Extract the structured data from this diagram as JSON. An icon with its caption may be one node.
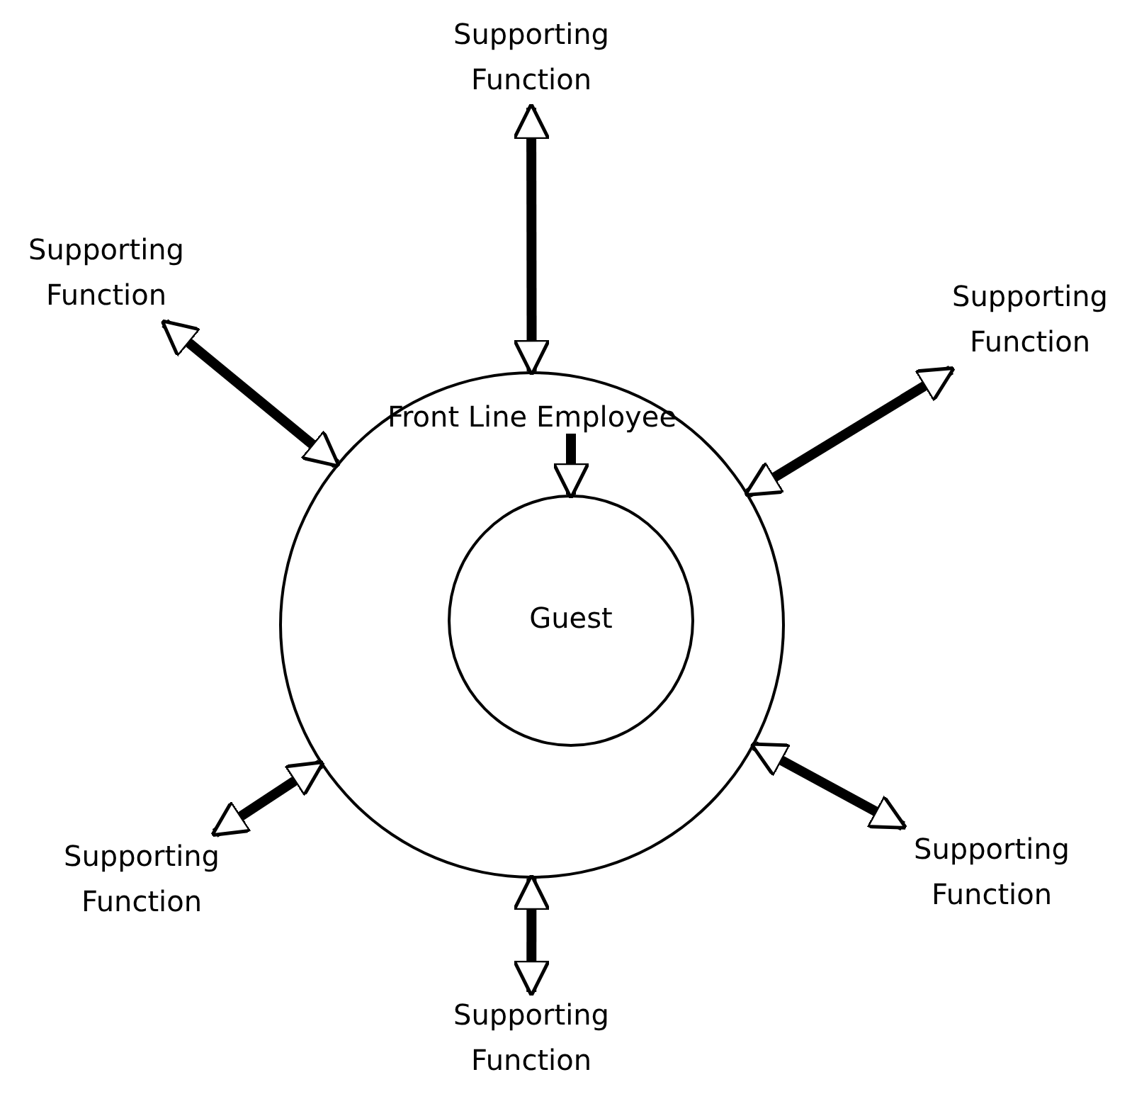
{
  "diagram": {
    "nodes": [
      {
        "text": [
          "Front Line Employee"
        ]
      },
      {
        "text": [
          "Guest"
        ],
        "in": 0
      },
      {
        "text": [
          "Supporting Function"
        ]
      },
      {
        "text": [
          "Supporting Function"
        ]
      },
      {
        "text": [
          "Supporting Function"
        ]
      },
      {
        "text": [
          "Supporting Function"
        ]
      },
      {
        "text": [
          "Supporting Function"
        ]
      },
      {
        "text": [
          "Supporting Function"
        ]
      }
    ],
    "edges": [
      {
        "from": 0,
        "to": 1,
        "arrow": "to"
      },
      {
        "from": 2,
        "to": 0,
        "arrow": "both"
      },
      {
        "from": 3,
        "to": 0,
        "arrow": "both"
      },
      {
        "from": 4,
        "to": 0,
        "arrow": "both"
      },
      {
        "from": 5,
        "to": 0,
        "arrow": "both"
      },
      {
        "from": 6,
        "to": 0,
        "arrow": "both"
      },
      {
        "from": 7,
        "to": 0,
        "arrow": "both"
      }
    ]
  }
}
